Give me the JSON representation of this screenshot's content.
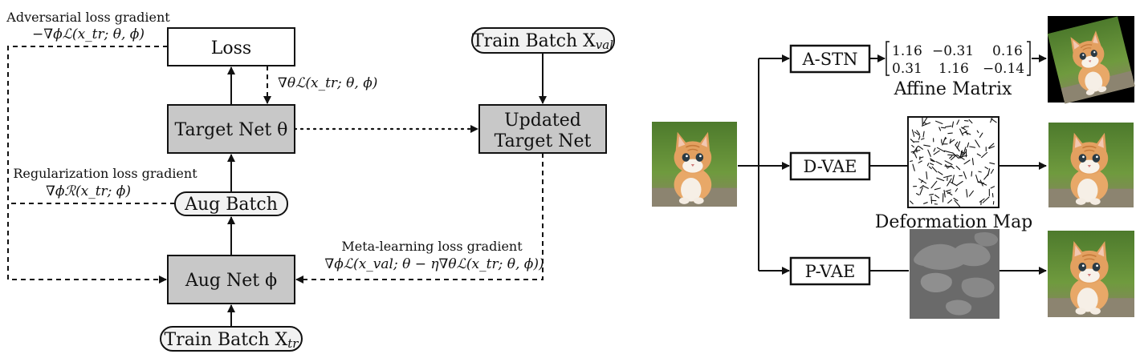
{
  "left": {
    "loss": "Loss",
    "target_net": "Target Net θ",
    "updated_target_net_line1": "Updated",
    "updated_target_net_line2": "Target Net",
    "aug_batch": "Aug Batch",
    "aug_net": "Aug Net ϕ",
    "train_batch_val": "Train Batch X",
    "train_batch_val_sub": "val",
    "train_batch_tr": "Train Batch X",
    "train_batch_tr_sub": "tr",
    "adv_title": "Adversarial loss gradient",
    "adv_formula": "−∇ϕℒ(x_tr; θ, ϕ)",
    "target_grad": "∇θℒ(x_tr; θ, ϕ)",
    "reg_title": "Regularization loss gradient",
    "reg_formula": "∇ϕℛ(x_tr; ϕ)",
    "meta_title": "Meta-learning loss gradient",
    "meta_formula": "∇ϕℒ(x_val; θ − η∇θℒ(x_tr; θ, ϕ))"
  },
  "right": {
    "a_stn": "A-STN",
    "d_vae": "D-VAE",
    "p_vae": "P-VAE",
    "matrix_row1": [
      "1.16",
      "−0.31",
      "0.16"
    ],
    "matrix_row2": [
      "0.31",
      "1.16",
      "−0.14"
    ],
    "affine_caption": "Affine Matrix",
    "deformation_caption": "Deformation Map"
  },
  "colors": {
    "box_gray": "#c8c8c8",
    "pill_fill": "#f2f2f2",
    "stroke": "#111111"
  }
}
